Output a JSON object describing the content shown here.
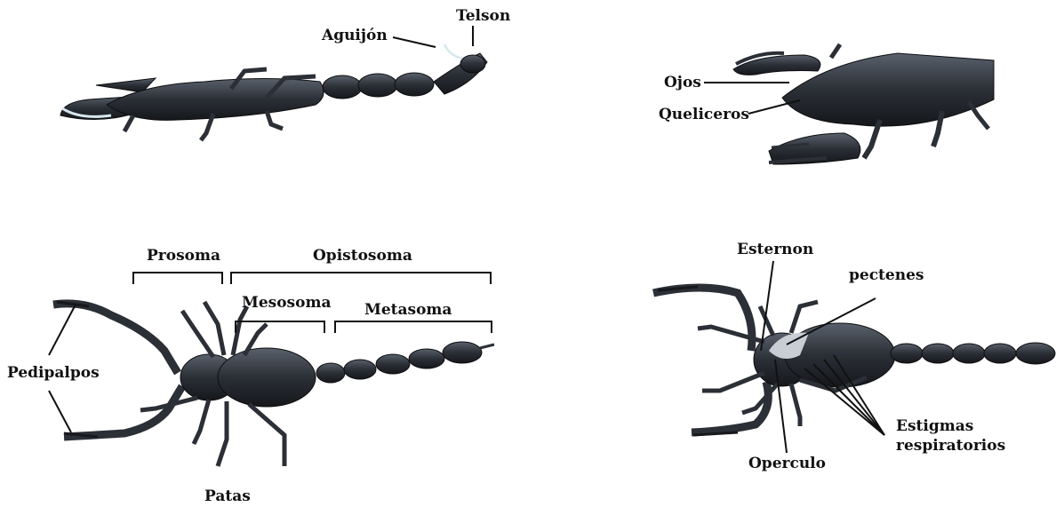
{
  "colors": {
    "body": "#2b2f36",
    "body_dark": "#16181c",
    "highlight": "#6f7884",
    "claw_tip": "#d6e8ee",
    "line": "#111111",
    "background": "#ffffff"
  },
  "panels": {
    "side_view": {
      "labels": {
        "aguijon": "Aguijón",
        "telson": "Telson"
      }
    },
    "head_view": {
      "labels": {
        "ojos": "Ojos",
        "queliceros": "Queliceros"
      }
    },
    "dorsal_view": {
      "labels": {
        "prosoma": "Prosoma",
        "opistosoma": "Opistosoma",
        "mesosoma": "Mesosoma",
        "metasoma": "Metasoma",
        "pedipalpos": "Pedipalpos",
        "patas": "Patas"
      }
    },
    "ventral_view": {
      "labels": {
        "esternon": "Esternon",
        "pectenes": "pectenes",
        "estigmas_line1": "Estigmas",
        "estigmas_line2": "respiratorios",
        "operculo": "Operculo"
      }
    }
  }
}
